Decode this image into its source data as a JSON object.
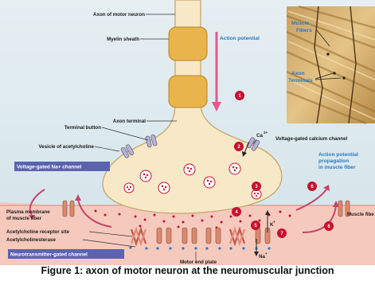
{
  "labels": {
    "axon": "Axon of motor neuron",
    "myelin": "Myelin sheath",
    "action_potential": "Action potential",
    "axon_terminal": "Axon terminal",
    "terminal_button": "Terminal button",
    "vesicle": "Vesicle of acetylcholine",
    "na_channel": "Voltage-gated Na+ channel",
    "ca_channel": "Voltage-gated calcium channel",
    "propagation_1": "Action potential",
    "propagation_2": "propagation",
    "propagation_3": "in muscle fiber",
    "plasma_1": "Plasma membrane",
    "plasma_2": "of muscle fiber",
    "ach_receptor": "Acetylcholine receptor site",
    "ache": "Acetylcholinesterase",
    "nt_channel": "Neurotransmitter-gated channel",
    "motor_end_plate": "Motor end plate",
    "muscle_fiber": "Muscle fibe",
    "muscle_fibers_1": "Muscle",
    "muscle_fibers_2": "Fibers",
    "axon_terminals_1": "Axon",
    "axon_terminals_2": "Terminals",
    "ca_ion": "Ca",
    "ca_sup": "2+",
    "k_ion": "K",
    "k_sup": "+",
    "na_ion": "Na",
    "na_sup": "+"
  },
  "steps": [
    "1",
    "2",
    "3",
    "4",
    "5",
    "6",
    "6",
    "7"
  ],
  "caption": "Figure 1: axon of motor neuron at the neuromuscular junction",
  "colors": {
    "background": "#dde9ee",
    "muscle": "#f6c9bd",
    "neuron": "#f7e8c8",
    "myelin": "#e9b44c",
    "step_badge": "#c8102e",
    "label_box": "#5b63b0",
    "accent_text": "#2a78c8",
    "ach_dots": "#c8102e"
  }
}
